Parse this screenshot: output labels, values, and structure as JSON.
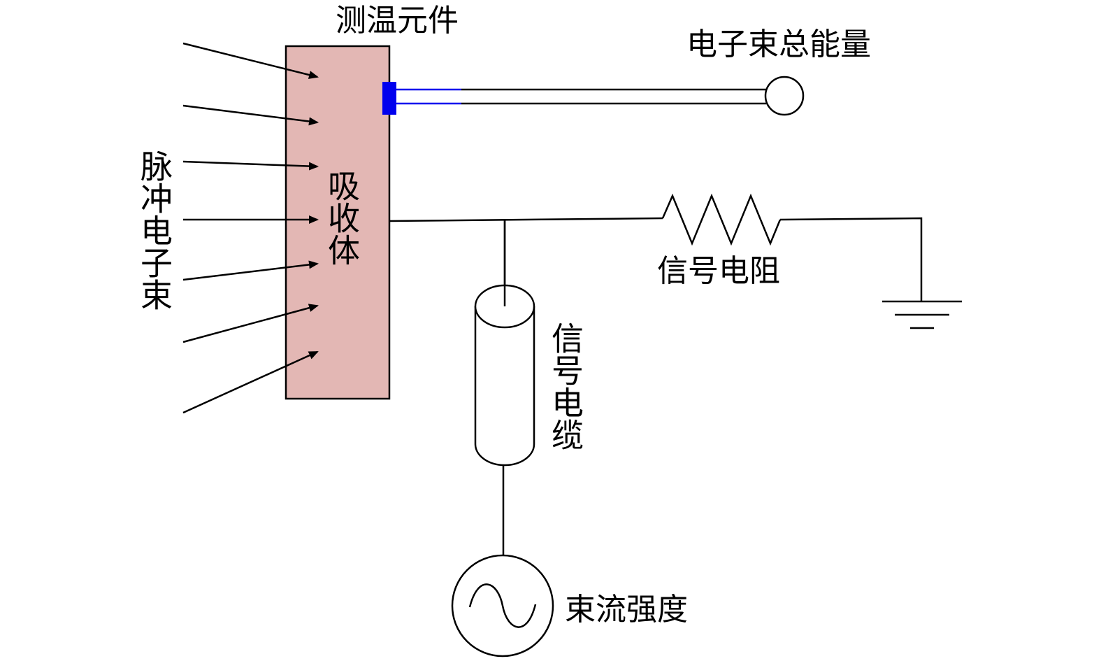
{
  "labels": {
    "temperature_element": "测温元件",
    "total_energy": "电子束总能量",
    "pulsed_beam": "脉冲电子束",
    "absorber": "吸收体",
    "signal_resistor": "信号电阻",
    "signal_cable": "信号电缆",
    "beam_intensity": "束流强度"
  },
  "colors": {
    "absorber_fill": "#e3b7b4",
    "sensor": "#0000ee",
    "line": "#000000"
  },
  "icons": {
    "ground": "ground-symbol-icon",
    "ac_source": "ac-source-icon",
    "resistor": "resistor-zigzag-icon",
    "cable": "coax-cable-icon",
    "terminal": "circle-terminal-icon"
  }
}
